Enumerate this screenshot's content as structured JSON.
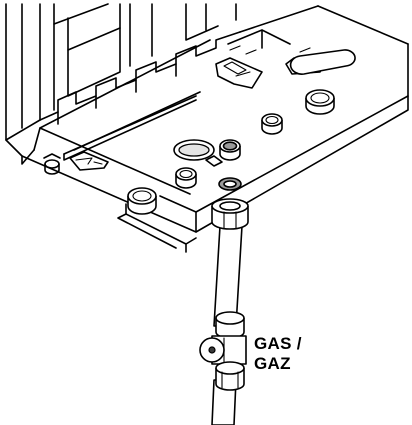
{
  "caption": {
    "line1": "GAS /",
    "line2": "GAZ"
  },
  "colors": {
    "line": "#000000",
    "background": "#ffffff",
    "pipe_fill": "#ffffff",
    "highlight_fill": "#9a9a9a",
    "shade_fill": "#e4e4e4"
  },
  "icons": [
    "boiler-body",
    "gas-pipe",
    "gas-valve",
    "sealing-washer",
    "gas-connection"
  ]
}
